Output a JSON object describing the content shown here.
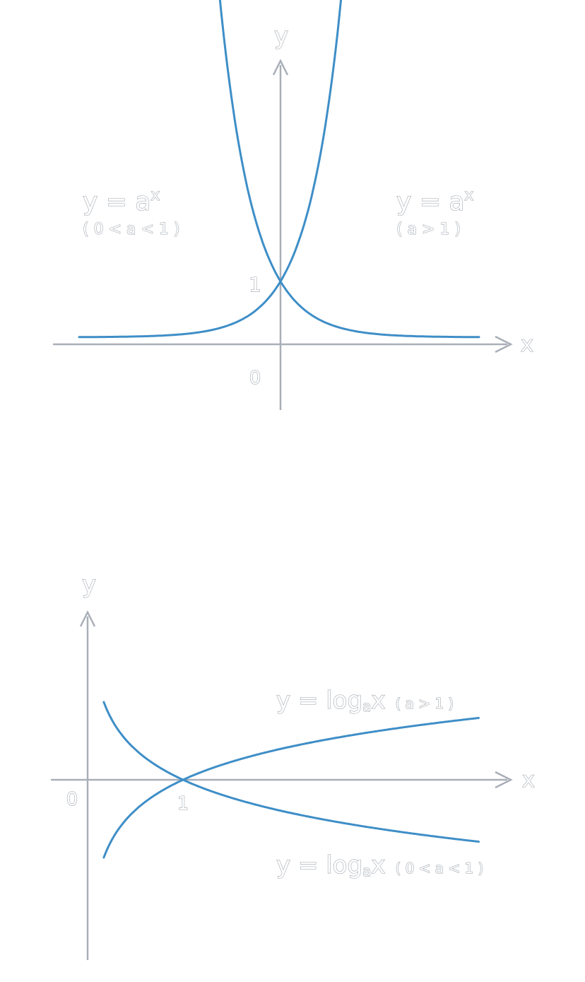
{
  "colors": {
    "curve": "#3e8ec7",
    "axis": "#a9afb8",
    "label_outline": "#9aa1aa"
  },
  "top_graph": {
    "y_axis": "y",
    "x_axis": "x",
    "origin": "0",
    "one_mark": "1",
    "left_curve": {
      "eq_main": "y = a",
      "eq_sup": "x",
      "condition": "( 0 < a < 1 )"
    },
    "right_curve": {
      "eq_main": "y = a",
      "eq_sup": "x",
      "condition": "( a > 1 )"
    }
  },
  "bottom_graph": {
    "y_axis": "y",
    "x_axis": "x",
    "origin": "0",
    "one_mark": "1",
    "upper_curve": {
      "eq_main": "y = log",
      "eq_sub": "a",
      "eq_tail": "x",
      "condition": "( a > 1 )"
    },
    "lower_curve": {
      "eq_main": "y = log",
      "eq_sub": "a",
      "eq_tail": "x",
      "condition": "( 0 < a < 1 )"
    }
  }
}
